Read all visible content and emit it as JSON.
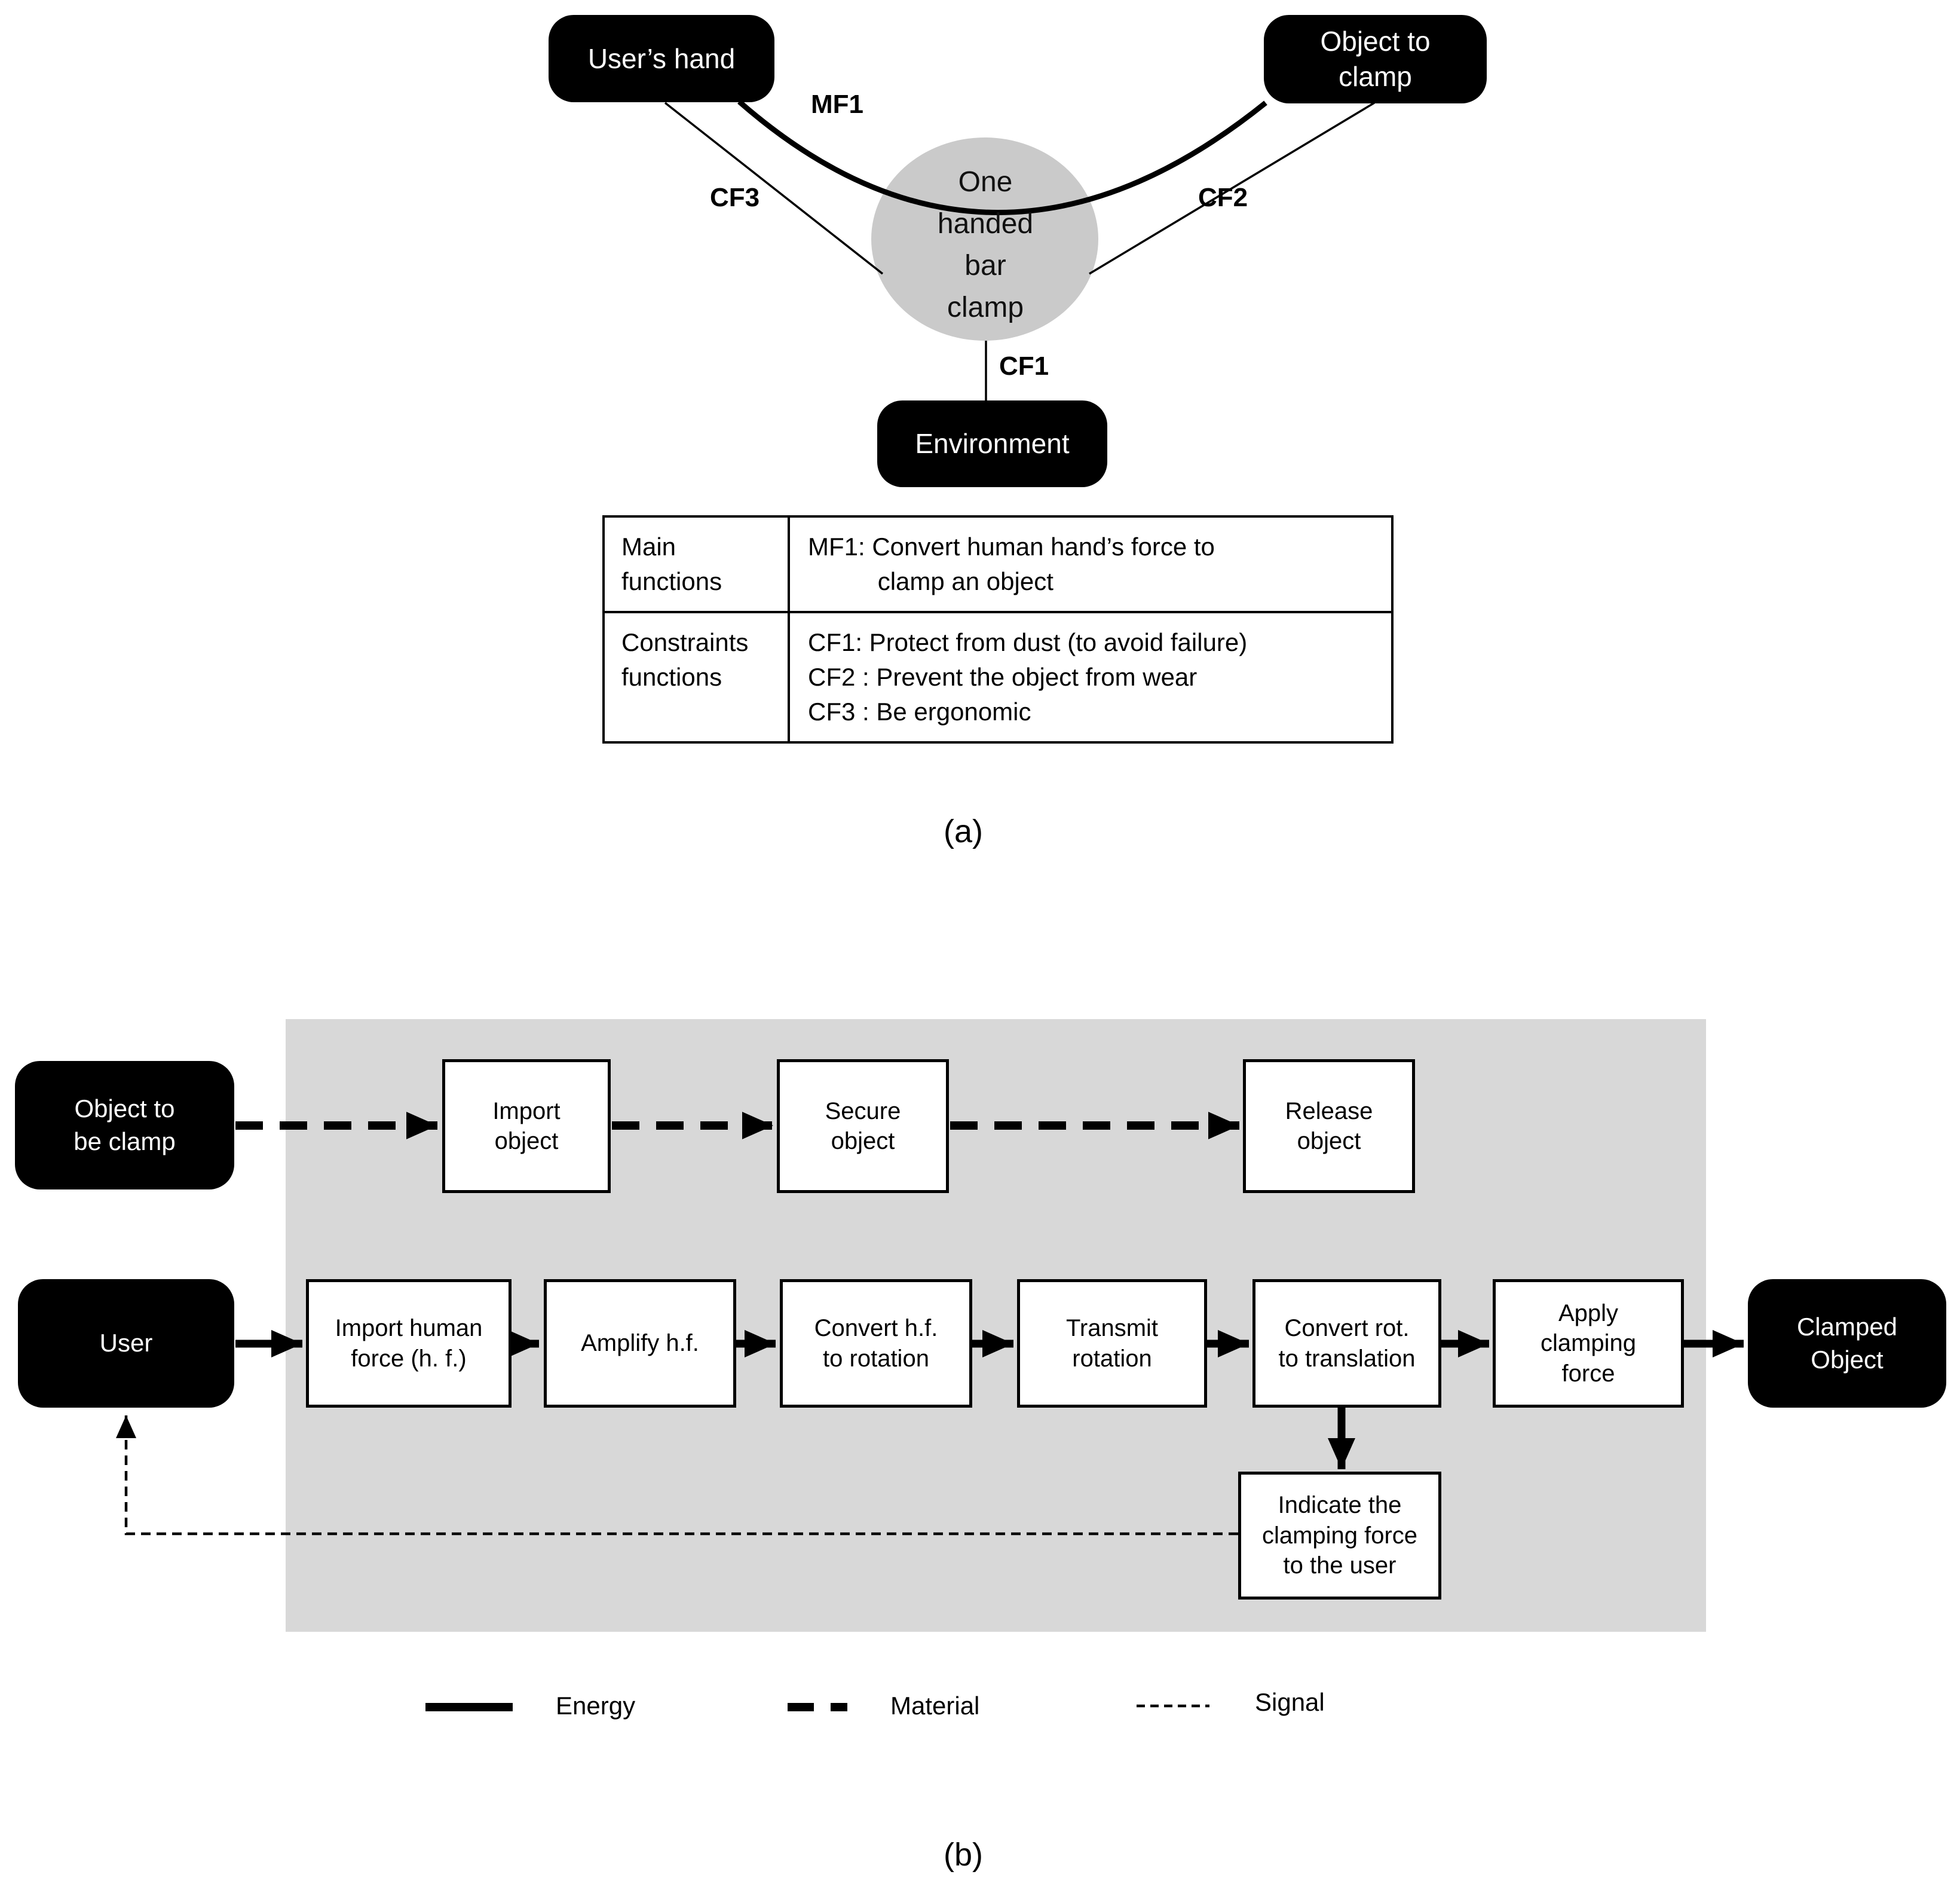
{
  "panel_a": {
    "caption": "(a)",
    "nodes": {
      "users_hand": "User’s hand",
      "object_to_clamp": "Object to\nclamp",
      "product": "One\nhanded\nbar\nclamp",
      "environment": "Environment"
    },
    "edge_labels": {
      "mf1": "MF1",
      "cf1": "CF1",
      "cf2": "CF2",
      "cf3": "CF3"
    },
    "table": {
      "rows": [
        {
          "header": "Main\nfunctions",
          "body": "MF1: Convert human hand’s force to\n          clamp an object"
        },
        {
          "header": "Constraints\nfunctions",
          "body": "CF1: Protect from dust (to avoid failure)\nCF2 : Prevent the object from wear\nCF3 : Be ergonomic"
        }
      ]
    }
  },
  "panel_b": {
    "caption": "(b)",
    "sources": {
      "object_to_be_clamp": "Object to\nbe clamp",
      "user": "User",
      "clamped_object": "Clamped\nObject"
    },
    "material_flow": [
      "Import\nobject",
      "Secure\nobject",
      "Release\nobject"
    ],
    "energy_flow": [
      "Import human\nforce (h. f.)",
      "Amplify h.f.",
      "Convert h.f.\nto rotation",
      "Transmit\nrotation",
      "Convert rot.\nto translation",
      "Apply\nclamping\nforce"
    ],
    "signal_box": "Indicate the\nclamping force\nto the user",
    "legend": [
      {
        "style": "energy",
        "label": "Energy"
      },
      {
        "style": "material",
        "label": "Material"
      },
      {
        "style": "signal",
        "label": "Signal"
      }
    ]
  },
  "colors": {
    "node_fill": "#000000",
    "node_text": "#ffffff",
    "product_ellipse_fill": "#cacaca",
    "panel_background": "#d8d8d8",
    "line_color": "#000000"
  }
}
